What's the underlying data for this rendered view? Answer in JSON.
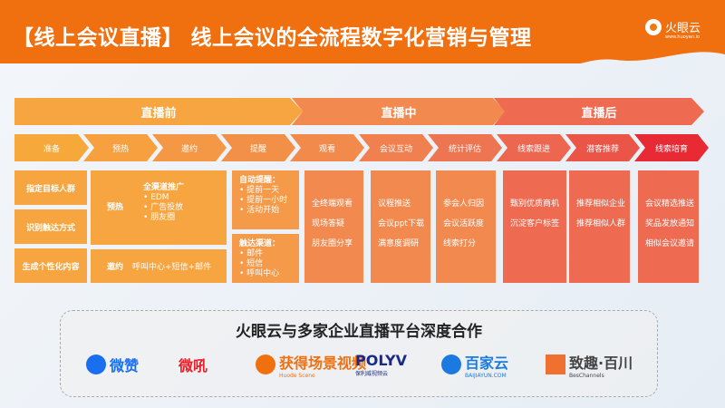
{
  "header": {
    "title": "【线上会议直播】 线上会议的全流程数字化营销与管理",
    "logo_name": "火眼云",
    "logo_url": "www.huoyan.io"
  },
  "phases": [
    "直播前",
    "直播中",
    "直播后"
  ],
  "steps": [
    "准备",
    "预热",
    "邀约",
    "提醒",
    "观看",
    "会议互动",
    "统计评估",
    "线索跟进",
    "潜客推荐",
    "线索培育"
  ],
  "prep": [
    "指定目标人群",
    "识别触达方式",
    "生成个性化内容"
  ],
  "warmup": {
    "label": "预热",
    "heading": "全渠道推广",
    "items": [
      "EDM",
      "广告投放",
      "朋友圈"
    ]
  },
  "invite": {
    "label": "邀约",
    "text": "呼叫中心+短信+邮件"
  },
  "remind": {
    "heading": "自动提醒：",
    "items": [
      "提前一天",
      "提前一小时",
      "活动开始"
    ]
  },
  "reach": {
    "heading": "触达渠道：",
    "items": [
      "邮件",
      "短信",
      "呼叫中心"
    ]
  },
  "columns": [
    [
      "全终端观看",
      "现场答疑",
      "朋友圈分享"
    ],
    [
      "议程推送",
      "会议ppt下载",
      "满意度调研"
    ],
    [
      "参会人归因",
      "会议活跃度",
      "线索打分"
    ],
    [
      "甄别优质商机",
      "沉淀客户标签"
    ],
    [
      "推荐相似企业",
      "推荐相似人群"
    ],
    [
      "会议精选推送",
      "奖品发放通知",
      "相似会议邀请"
    ]
  ],
  "partners": {
    "title": "火眼云与多家企业直播平台深度合作",
    "logos": [
      {
        "name": "微赞",
        "color": "#1a6ef0"
      },
      {
        "name": "微吼",
        "color": "#e8202a"
      },
      {
        "name": "获得场景视频",
        "sub": "Huode Scene",
        "color": "#f07010"
      },
      {
        "name": "POLYV",
        "sub": "保利威视频云",
        "color": "#1a2a8a"
      },
      {
        "name": "百家云",
        "sub": "BAIJIAYUN.COM",
        "color": "#1a7ae0"
      },
      {
        "name": "致趣·百川",
        "sub": "BesChannels",
        "color": "#444"
      }
    ]
  },
  "colors": {
    "header": "#f07010",
    "phase1": "#f7a540",
    "phase2": "#f28a50",
    "phase3": "#ee6a50",
    "last_step": "#e82a35"
  }
}
